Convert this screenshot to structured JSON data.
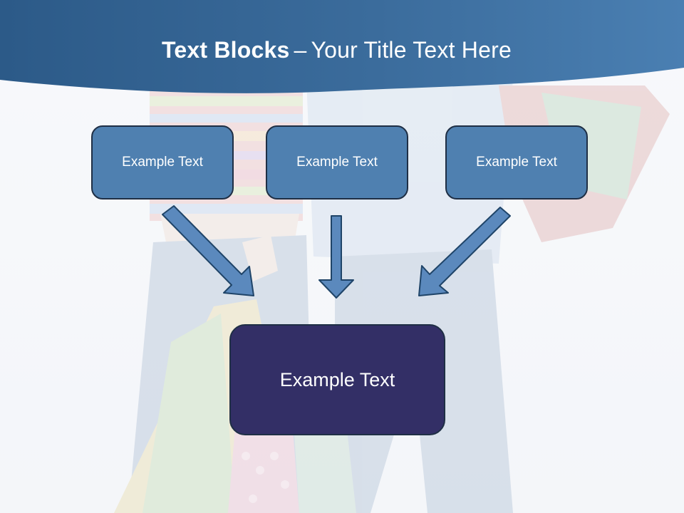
{
  "slide": {
    "title_bold": "Text Blocks",
    "title_separator": "–",
    "title_rest": "Your Title Text Here"
  },
  "blocks": {
    "top": [
      {
        "label": "Example Text"
      },
      {
        "label": "Example Text"
      },
      {
        "label": "Example Text"
      }
    ],
    "bottom": {
      "label": "Example Text"
    }
  },
  "colors": {
    "header": "#3a6896",
    "top_block_fill": "#4f80b0",
    "bottom_block_fill": "#332f66",
    "arrow_fill": "#5b89bd",
    "block_border": "#1f2f45"
  }
}
